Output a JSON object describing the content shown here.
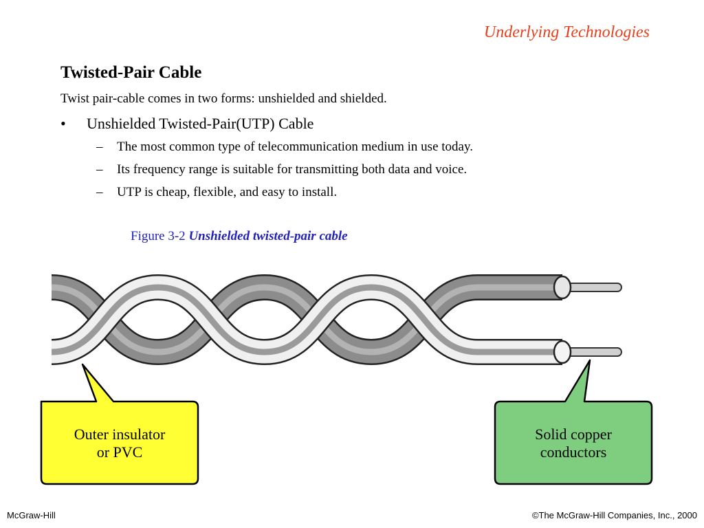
{
  "header": {
    "title": "Underlying Technologies"
  },
  "content": {
    "heading": "Twisted-Pair Cable",
    "intro": "Twist pair-cable comes in two forms: unshielded and shielded.",
    "bullet": {
      "marker": "•",
      "text": "Unshielded Twisted-Pair(UTP) Cable"
    },
    "subbullets": [
      "The most common type of telecommunication medium in use today.",
      "Its frequency range is suitable for transmitting both data and voice.",
      "UTP is cheap, flexible, and easy to install."
    ],
    "dash": "–"
  },
  "figure": {
    "caption_number": "Figure  3-2",
    "caption_title": "Unshielded twisted-pair cable",
    "callout_left": {
      "line1": "Outer insulator",
      "line2": "or PVC",
      "color": "#ffff33"
    },
    "callout_right": {
      "line1": "Solid copper",
      "line2": "conductors",
      "color": "#7fcd7f"
    }
  },
  "footer": {
    "left": "McGraw-Hill",
    "right": "©The McGraw-Hill Companies, Inc., 2000"
  },
  "colors": {
    "accent": "#e8401c",
    "caption": "#2222bb"
  }
}
